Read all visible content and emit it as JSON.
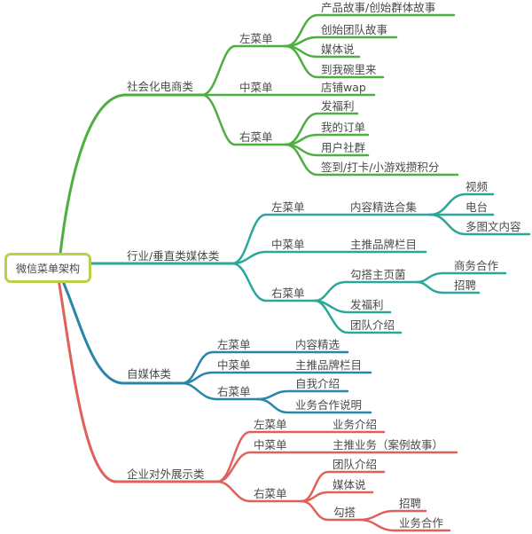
{
  "colors": {
    "root_border": "#b7d24a",
    "branch_social_ecommerce": "#4caf3f",
    "branch_industry_media": "#2aa79a",
    "branch_self_media": "#2a86a8",
    "branch_enterprise": "#e0615a",
    "text": "#4a4a4a"
  },
  "root": {
    "label": "微信菜单架构"
  },
  "branches": [
    {
      "label": "社会化电商类",
      "color": "#4caf3f",
      "menus": [
        {
          "label": "左菜单",
          "items": [
            "产品故事/创始群体故事",
            "创始团队故事",
            "媒体说",
            "到我碗里来"
          ]
        },
        {
          "label": "中菜单",
          "items": [
            "店铺wap"
          ]
        },
        {
          "label": "右菜单",
          "items": [
            "发福利",
            "我的订单",
            "用户社群",
            "签到/打卡/小游戏攒积分"
          ]
        }
      ]
    },
    {
      "label": "行业/垂直类媒体类",
      "color": "#2aa79a",
      "menus": [
        {
          "label": "左菜单",
          "items": [
            {
              "label": "内容精选合集",
              "children": [
                "视频",
                "电台",
                "多图文内容"
              ]
            }
          ]
        },
        {
          "label": "中菜单",
          "items": [
            "主推品牌栏目"
          ]
        },
        {
          "label": "右菜单",
          "items": [
            {
              "label": "勾搭主页菌",
              "children": [
                "商务合作",
                "招聘"
              ]
            },
            "发福利",
            "团队介绍"
          ]
        }
      ]
    },
    {
      "label": "自媒体类",
      "color": "#2a86a8",
      "menus": [
        {
          "label": "左菜单",
          "items": [
            "内容精选"
          ]
        },
        {
          "label": "中菜单",
          "items": [
            "主推品牌栏目"
          ]
        },
        {
          "label": "右菜单",
          "items": [
            "自我介绍",
            "业务合作说明"
          ]
        }
      ]
    },
    {
      "label": "企业对外展示类",
      "color": "#e0615a",
      "menus": [
        {
          "label": "左菜单",
          "items": [
            "业务介绍"
          ]
        },
        {
          "label": "中菜单",
          "items": [
            "主推业务（案例故事）"
          ]
        },
        {
          "label": "右菜单",
          "items": [
            "团队介绍",
            "媒体说",
            {
              "label": "勾搭",
              "children": [
                "招聘",
                "业务合作"
              ]
            }
          ]
        }
      ]
    }
  ]
}
